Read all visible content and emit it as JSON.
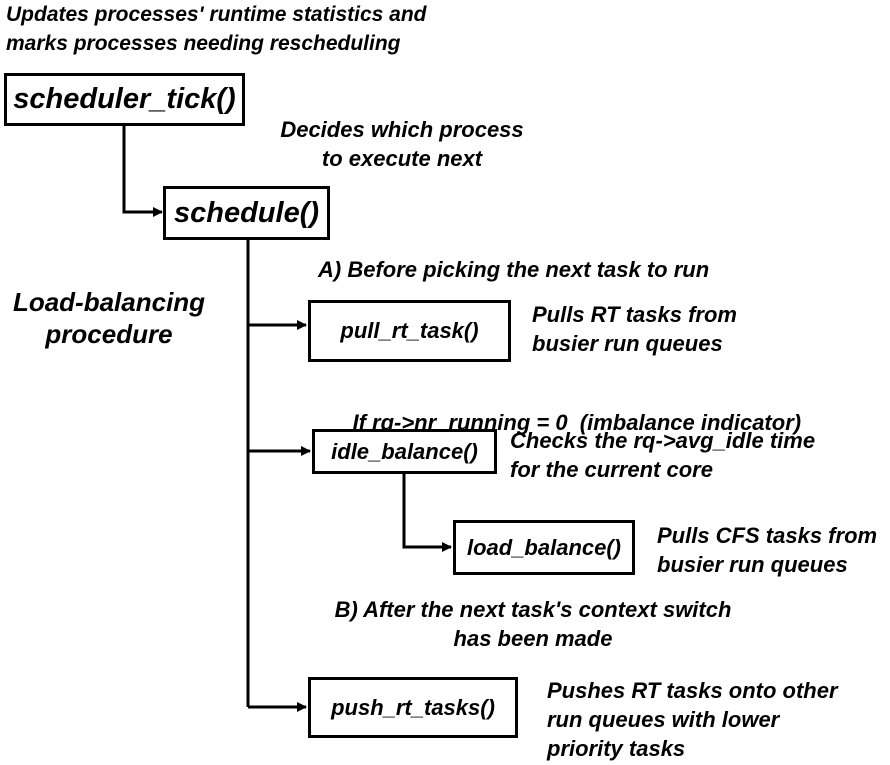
{
  "nodes": {
    "scheduler_tick": "scheduler_tick()",
    "schedule": "schedule()",
    "pull_rt_task": "pull_rt_task()",
    "idle_balance": "idle_balance()",
    "load_balance": "load_balance()",
    "push_rt_tasks": "push_rt_tasks()"
  },
  "notes": {
    "tick_desc": [
      "Updates processes' runtime statistics and",
      "marks processes needing rescheduling"
    ],
    "schedule_desc": [
      "Decides which process",
      "to execute next"
    ],
    "load_balancing": [
      "Load-balancing",
      "procedure"
    ],
    "before_pick": "A) Before picking the next task to run",
    "pull_desc": [
      "Pulls RT tasks from",
      "busier run queues"
    ],
    "idle_condition": "If rq->nr_running = 0  (imbalance indicator)",
    "idle_desc": [
      "Checks the rq->avg_idle time",
      "for the current core"
    ],
    "load_desc": [
      "Pulls CFS tasks from",
      "busier run queues"
    ],
    "after_switch": [
      "B) After the next task's context switch",
      "has been made"
    ],
    "push_desc": [
      "Pushes RT tasks onto other",
      "run queues with lower",
      "priority tasks"
    ]
  }
}
